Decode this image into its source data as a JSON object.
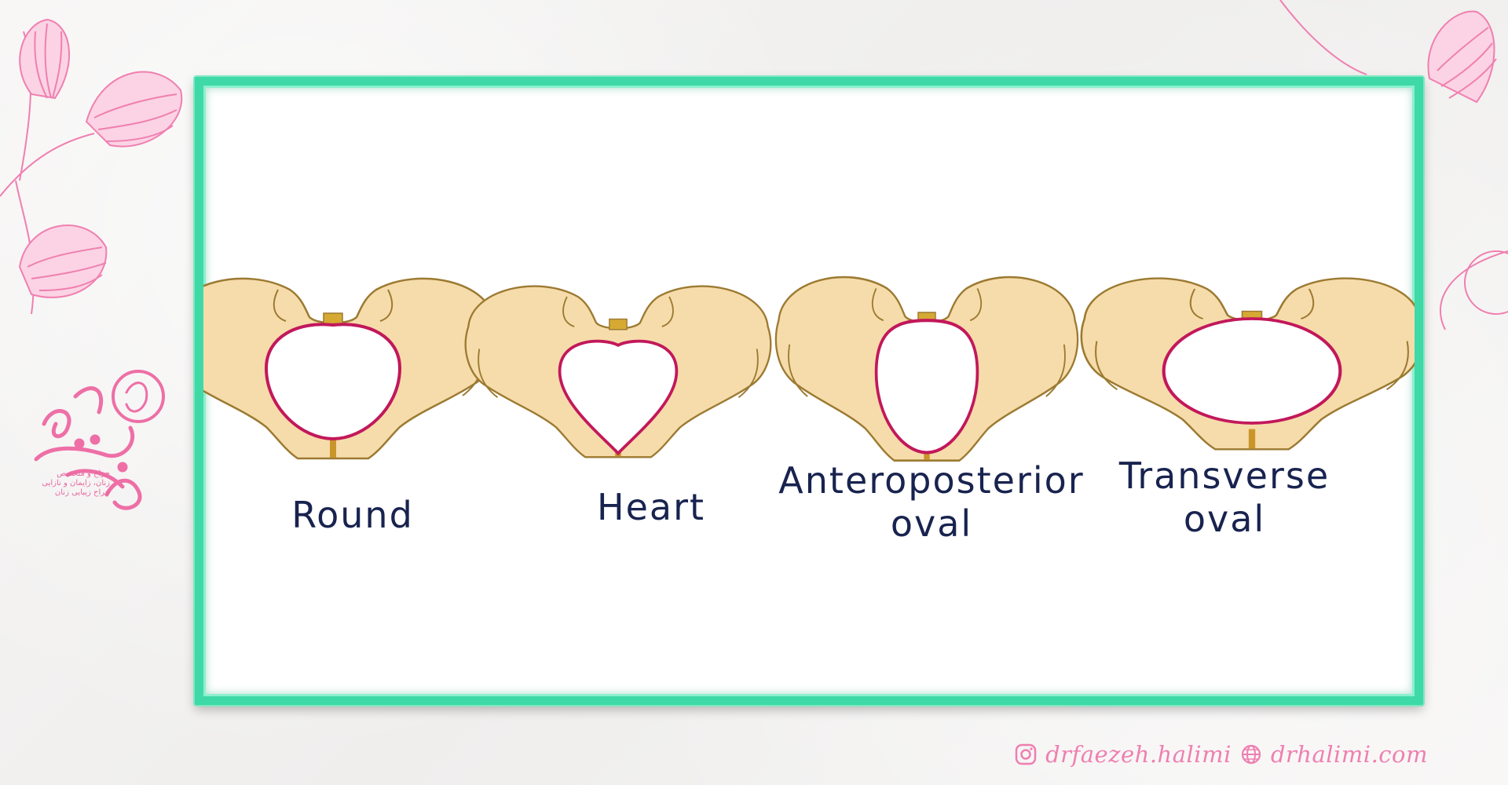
{
  "shapes": [
    {
      "id": "round",
      "label_lines": [
        "Round"
      ]
    },
    {
      "id": "heart",
      "label_lines": [
        "Heart"
      ]
    },
    {
      "id": "anteroposterior",
      "label_lines": [
        "Anteroposterior",
        "oval"
      ]
    },
    {
      "id": "transverse",
      "label_lines": [
        "Transverse",
        "oval"
      ]
    }
  ],
  "footer": {
    "instagram_handle": "drfaezeh.halimi",
    "website": "drhalimi.com"
  },
  "logo": {
    "subtitle_lines": [
      "جراح و متخصص",
      "زنان، زایمان و نازایی",
      "جراح زیبایی زنان"
    ]
  },
  "colors": {
    "frame": "#3ed9a6",
    "bone": "#f6dcaa",
    "bone_outline": "#9c7a32",
    "inlet_outline": "#c2185b",
    "label_text": "#18234f",
    "accent_pink": "#ef7fb0"
  }
}
